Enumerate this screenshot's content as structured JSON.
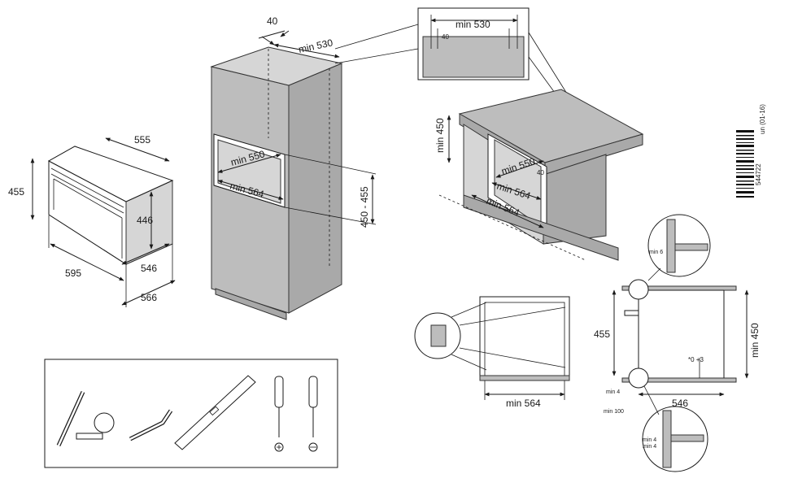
{
  "oven": {
    "width": "595",
    "depth_body": "546",
    "depth_total": "566",
    "top_depth": "555",
    "height": "455",
    "inner_height": "446"
  },
  "tall_cabinet": {
    "top_gap": "40",
    "top_depth": "min 530",
    "niche_depth": "min 550",
    "niche_width": "min 564",
    "niche_height": "450 - 455"
  },
  "zoom_box": {
    "depth": "min 530",
    "gap": "40"
  },
  "under_counter": {
    "height": "min 450",
    "depth": "min 550",
    "gap": "40",
    "width": "min 564"
  },
  "front_view": {
    "width": "min 564"
  },
  "side_view": {
    "height": "455",
    "niche_height": "min 450",
    "depth": "546",
    "tolerance": "*0 +3",
    "bottom_gap": "min 4",
    "bottom_clear": "min 100",
    "top_gap": "min 6",
    "detail_gap_a": "min 4",
    "detail_gap_b": "min 4"
  },
  "barcode": {
    "code": "544722",
    "revision": "un (01-16)"
  },
  "tools_panel": {
    "tools": [
      "pencil-icon",
      "tape-measure-icon",
      "allen-key-icon",
      "spirit-level-icon",
      "phillips-screwdriver-icon",
      "flat-screwdriver-icon"
    ]
  }
}
